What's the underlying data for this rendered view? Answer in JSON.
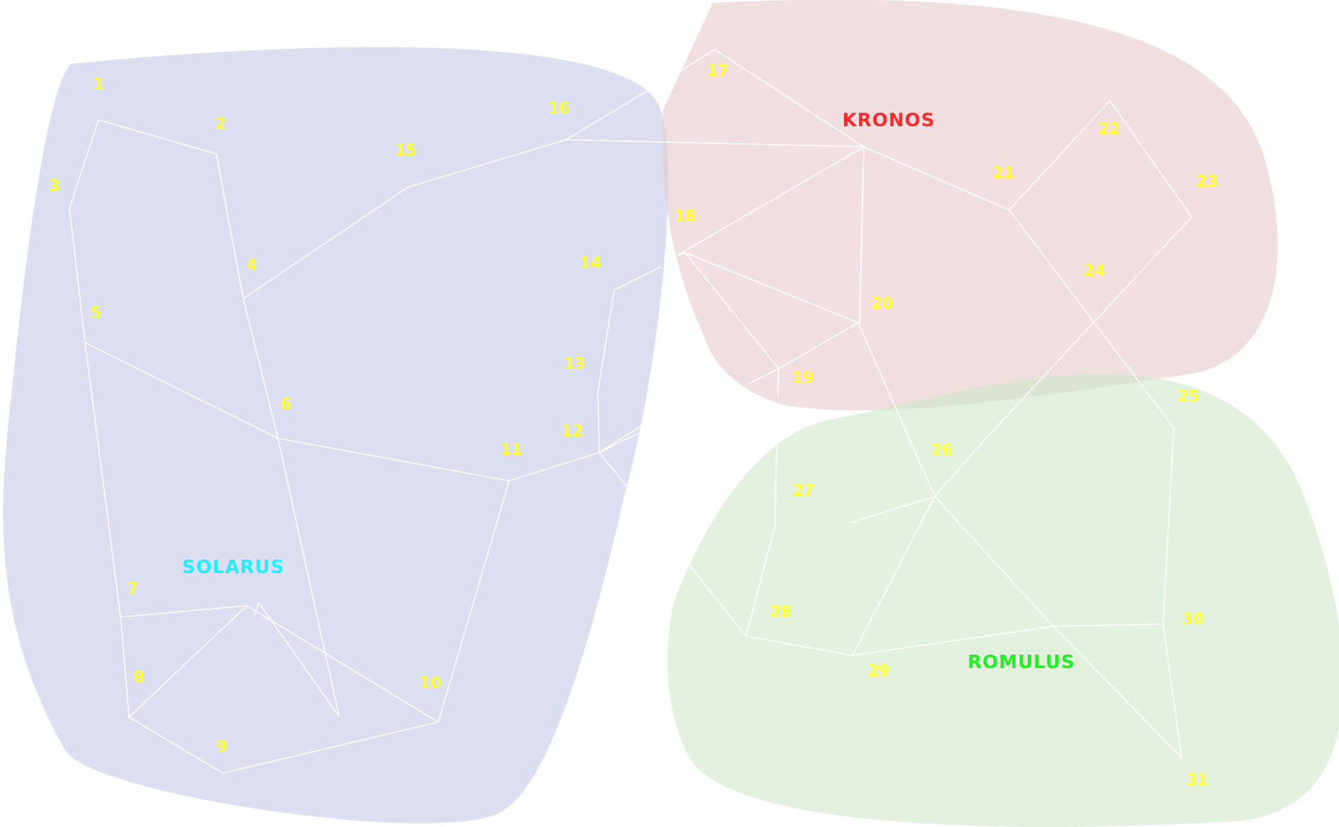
{
  "regions": [
    {
      "id": "solarus",
      "name": "SOLARUS",
      "label_color": "#22eeff",
      "fill_color": "#c4c8ea"
    },
    {
      "id": "kronos",
      "name": "KRONOS",
      "label_color": "#ff2a2a",
      "fill_color": "#e8c8c8"
    },
    {
      "id": "romulus",
      "name": "ROMULUS",
      "label_color": "#22ee22",
      "fill_color": "#cde8c8"
    }
  ],
  "nodes": [
    "1",
    "2",
    "3",
    "4",
    "5",
    "6",
    "7",
    "8",
    "9",
    "10",
    "11",
    "12",
    "13",
    "14",
    "15",
    "16",
    "17",
    "18",
    "19",
    "20",
    "21",
    "22",
    "23",
    "24",
    "25",
    "26",
    "27",
    "28",
    "29",
    "30",
    "31"
  ],
  "colors": {
    "node_label": "#ffff33",
    "edge": "#ffffff",
    "background": "#ffffff"
  }
}
